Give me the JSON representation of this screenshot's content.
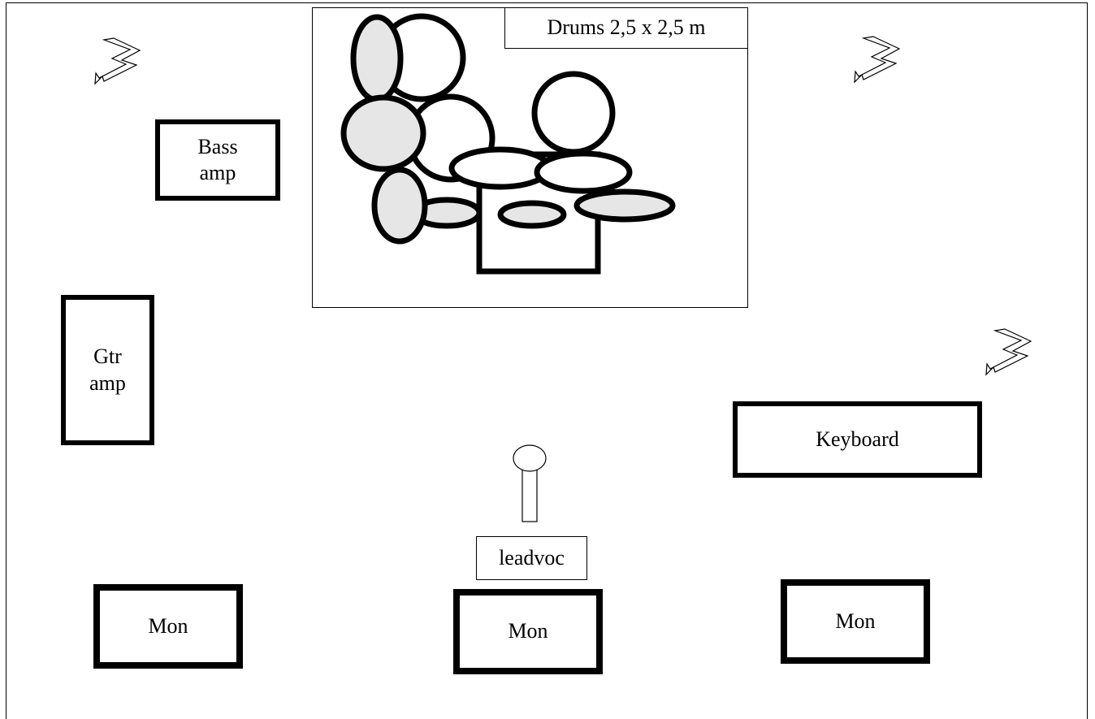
{
  "labels": {
    "drums": "Drums 2,5 x 2,5 m",
    "bass_amp_line1": "Bass",
    "bass_amp_line2": "amp",
    "gtr_amp_line1": "Gtr",
    "gtr_amp_line2": "amp",
    "keyboard": "Keyboard",
    "lead_vocal": "leadvoc",
    "monitor_left": "Mon",
    "monitor_center": "Mon",
    "monitor_right": "Mon"
  },
  "icons": [
    "power-outlet-icon",
    "microphone-icon",
    "drum-kit-icon"
  ],
  "colors": {
    "stroke": "#000000",
    "cymbal_fill": "#e6e6e6",
    "background": "#ffffff"
  }
}
